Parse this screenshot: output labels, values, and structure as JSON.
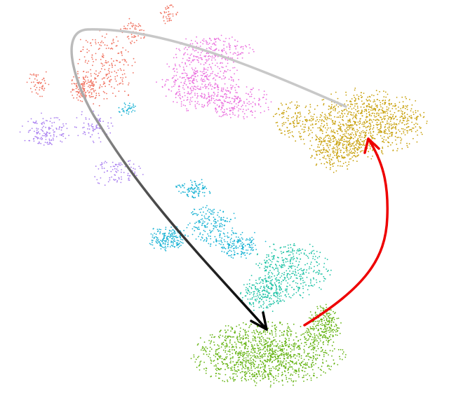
{
  "chart_data": {
    "type": "scatter",
    "title": "",
    "xlabel": "",
    "ylabel": "",
    "axes_visible": false,
    "grid": false,
    "legend": "none",
    "clusters": [
      {
        "id": "red",
        "color": "#f0705e",
        "count": 480
      },
      {
        "id": "purple",
        "color": "#a97ff0",
        "count": 300
      },
      {
        "id": "pink",
        "color": "#ea6fde",
        "count": 750
      },
      {
        "id": "gold",
        "color": "#c8a00a",
        "count": 1300
      },
      {
        "id": "cyan",
        "color": "#18b2d4",
        "count": 650
      },
      {
        "id": "teal",
        "color": "#1ec2a5",
        "count": 600
      },
      {
        "id": "green",
        "color": "#62b20e",
        "count": 1450
      }
    ],
    "arrows": [
      {
        "id": "red-to-gold",
        "from": "green",
        "to": "gold",
        "color": "#ee0000"
      },
      {
        "id": "gold-to-green-loop",
        "from": "gold",
        "to": "green",
        "color_start": "#b8b8b8",
        "color_end": "#000000"
      }
    ]
  }
}
